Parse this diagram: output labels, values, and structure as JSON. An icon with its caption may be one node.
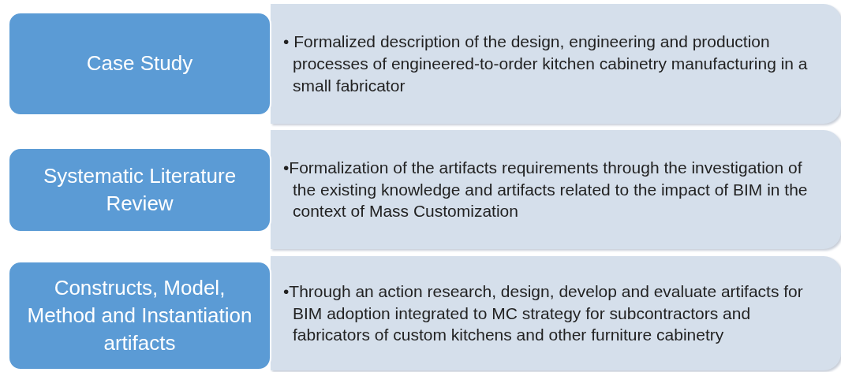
{
  "diagram": {
    "nodes": [
      {
        "text": [
          "Case Study"
        ]
      },
      {
        "text": [
          "• Formalized description of the design, engineering and production processes of engineered-to-order kitchen cabinetry manufacturing in a small fabricator"
        ]
      },
      {
        "text": [
          "Systematic Literature Review"
        ]
      },
      {
        "text": [
          "•Formalization of the artifacts requirements through the investigation of the existing knowledge and artifacts related to the impact of BIM in the context of Mass Customization"
        ]
      },
      {
        "text": [
          "Constructs, Model, Method and Instantiation artifacts"
        ]
      },
      {
        "text": [
          "•Through an action research, design, develop and evaluate artifacts for BIM adoption integrated to MC strategy for subcontractors and fabricators of custom kitchens and other furniture cabinetry"
        ]
      }
    ]
  }
}
